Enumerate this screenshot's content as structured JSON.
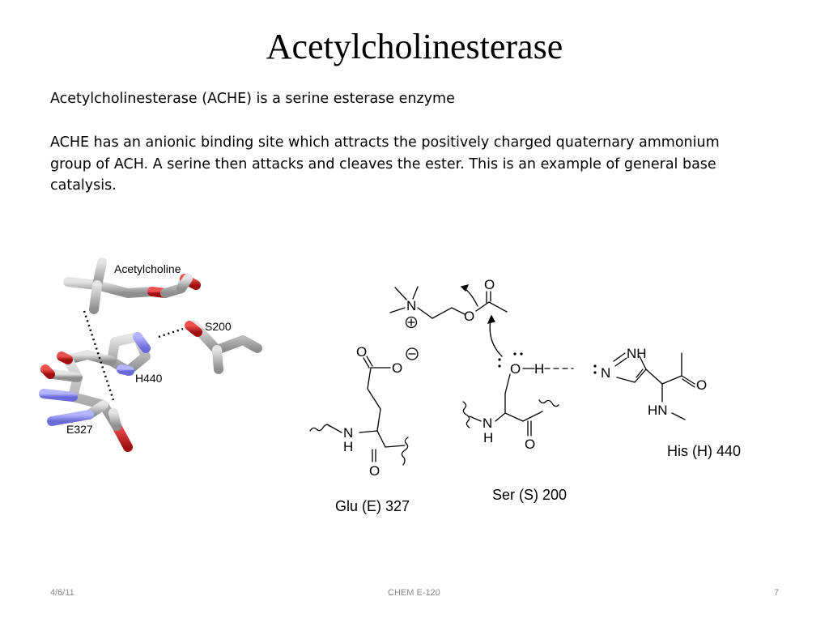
{
  "slide": {
    "title": "Acetylcholinesterase",
    "line1": "Acetylcholinesterase (ACHE) is a serine esterase enzyme",
    "para2": "ACHE has an anionic binding site which attracts the positively charged quaternary ammonium group of ACH. A serine then attacks and cleaves the ester. This is an example of general base catalysis."
  },
  "model3d": {
    "acetylcholine": "Acetylcholine",
    "s200": "S200",
    "h440": "H440",
    "e327": "E327"
  },
  "mechanism": {
    "glu_caption": "Glu (E) 327",
    "ser_caption": "Ser (S) 200",
    "his_caption": "His (H) 440",
    "atom_N_plus": "N",
    "atom_O_carbonyl_top": "O",
    "atom_O_ester": "O",
    "atom_O_glu_carbonyl": "O",
    "atom_O_glu_anion": "O",
    "atom_N_glu": "N",
    "atom_H_glu": "H",
    "atom_O_glu_backbone": "O",
    "atom_O_ser": "O",
    "atom_H_ser": "H",
    "atom_N_ser": "N",
    "atom_H_ser_n": "H",
    "atom_O_ser_backbone": "O",
    "atom_NH_his": "NH",
    "atom_N_his": "N",
    "atom_O_his": "O",
    "atom_HN_his": "HN"
  },
  "colors": {
    "carbon": "#b4b4b4",
    "oxygen": "#d42020",
    "nitrogen": "#8a8af0"
  },
  "footer": {
    "date": "4/6/11",
    "course": "CHEM E-120",
    "page": "7"
  }
}
